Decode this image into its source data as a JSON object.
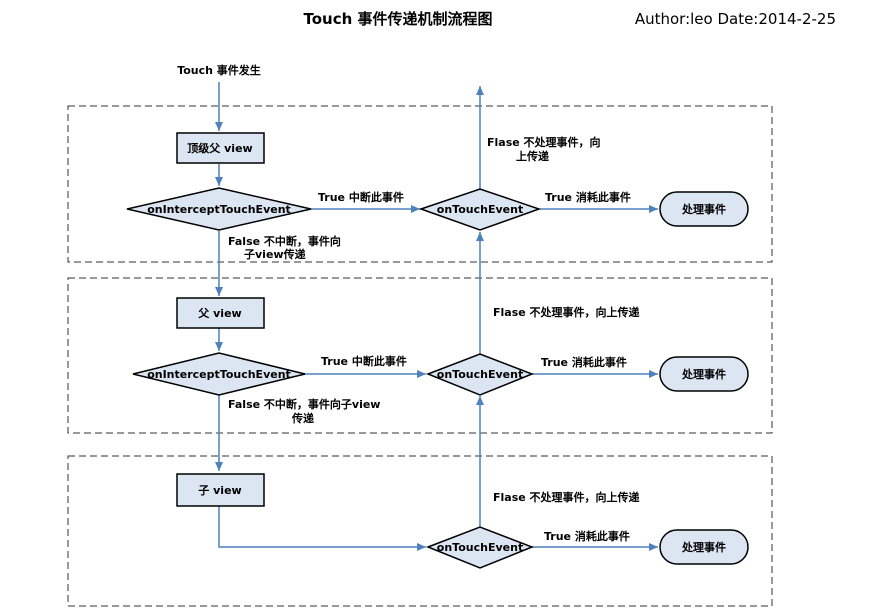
{
  "header": {
    "title": "Touch 事件传递机制流程图",
    "meta": "Author:leo  Date:2014-2-25"
  },
  "start": "Touch 事件发生",
  "nodes": {
    "top_parent": "顶级父  view",
    "intercept_1": "onInterceptTouchEvent",
    "ontouch_1": "onTouchEvent",
    "handle_1": "处理事件",
    "parent": "父  view",
    "intercept_2": "onInterceptTouchEvent",
    "ontouch_2": "onTouchEvent",
    "handle_2": "处理事件",
    "child": "子  view",
    "ontouch_3": "onTouchEvent",
    "handle_3": "处理事件"
  },
  "edges": {
    "true_intercept_1": "True   中断此事件",
    "true_consume_1": "True   消耗此事件",
    "false_up_1": [
      "Flase   不处理事件，向",
      "上传递"
    ],
    "false_down_1": [
      "False   不中断，事件向",
      "子view传递"
    ],
    "true_intercept_2": "True   中断此事件",
    "true_consume_2": "True   消耗此事件",
    "false_up_2": "Flase   不处理事件，向上传递",
    "false_down_2": [
      "False   不中断，事件向子view",
      "传递"
    ],
    "true_consume_3": "True   消耗此事件",
    "false_up_3": "Flase   不处理事件，向上传递"
  },
  "colors": {
    "box_fill": "#DCE6F2",
    "box_stroke": "#000000",
    "arrow": "#4F81BD",
    "group_border": "#333333"
  }
}
